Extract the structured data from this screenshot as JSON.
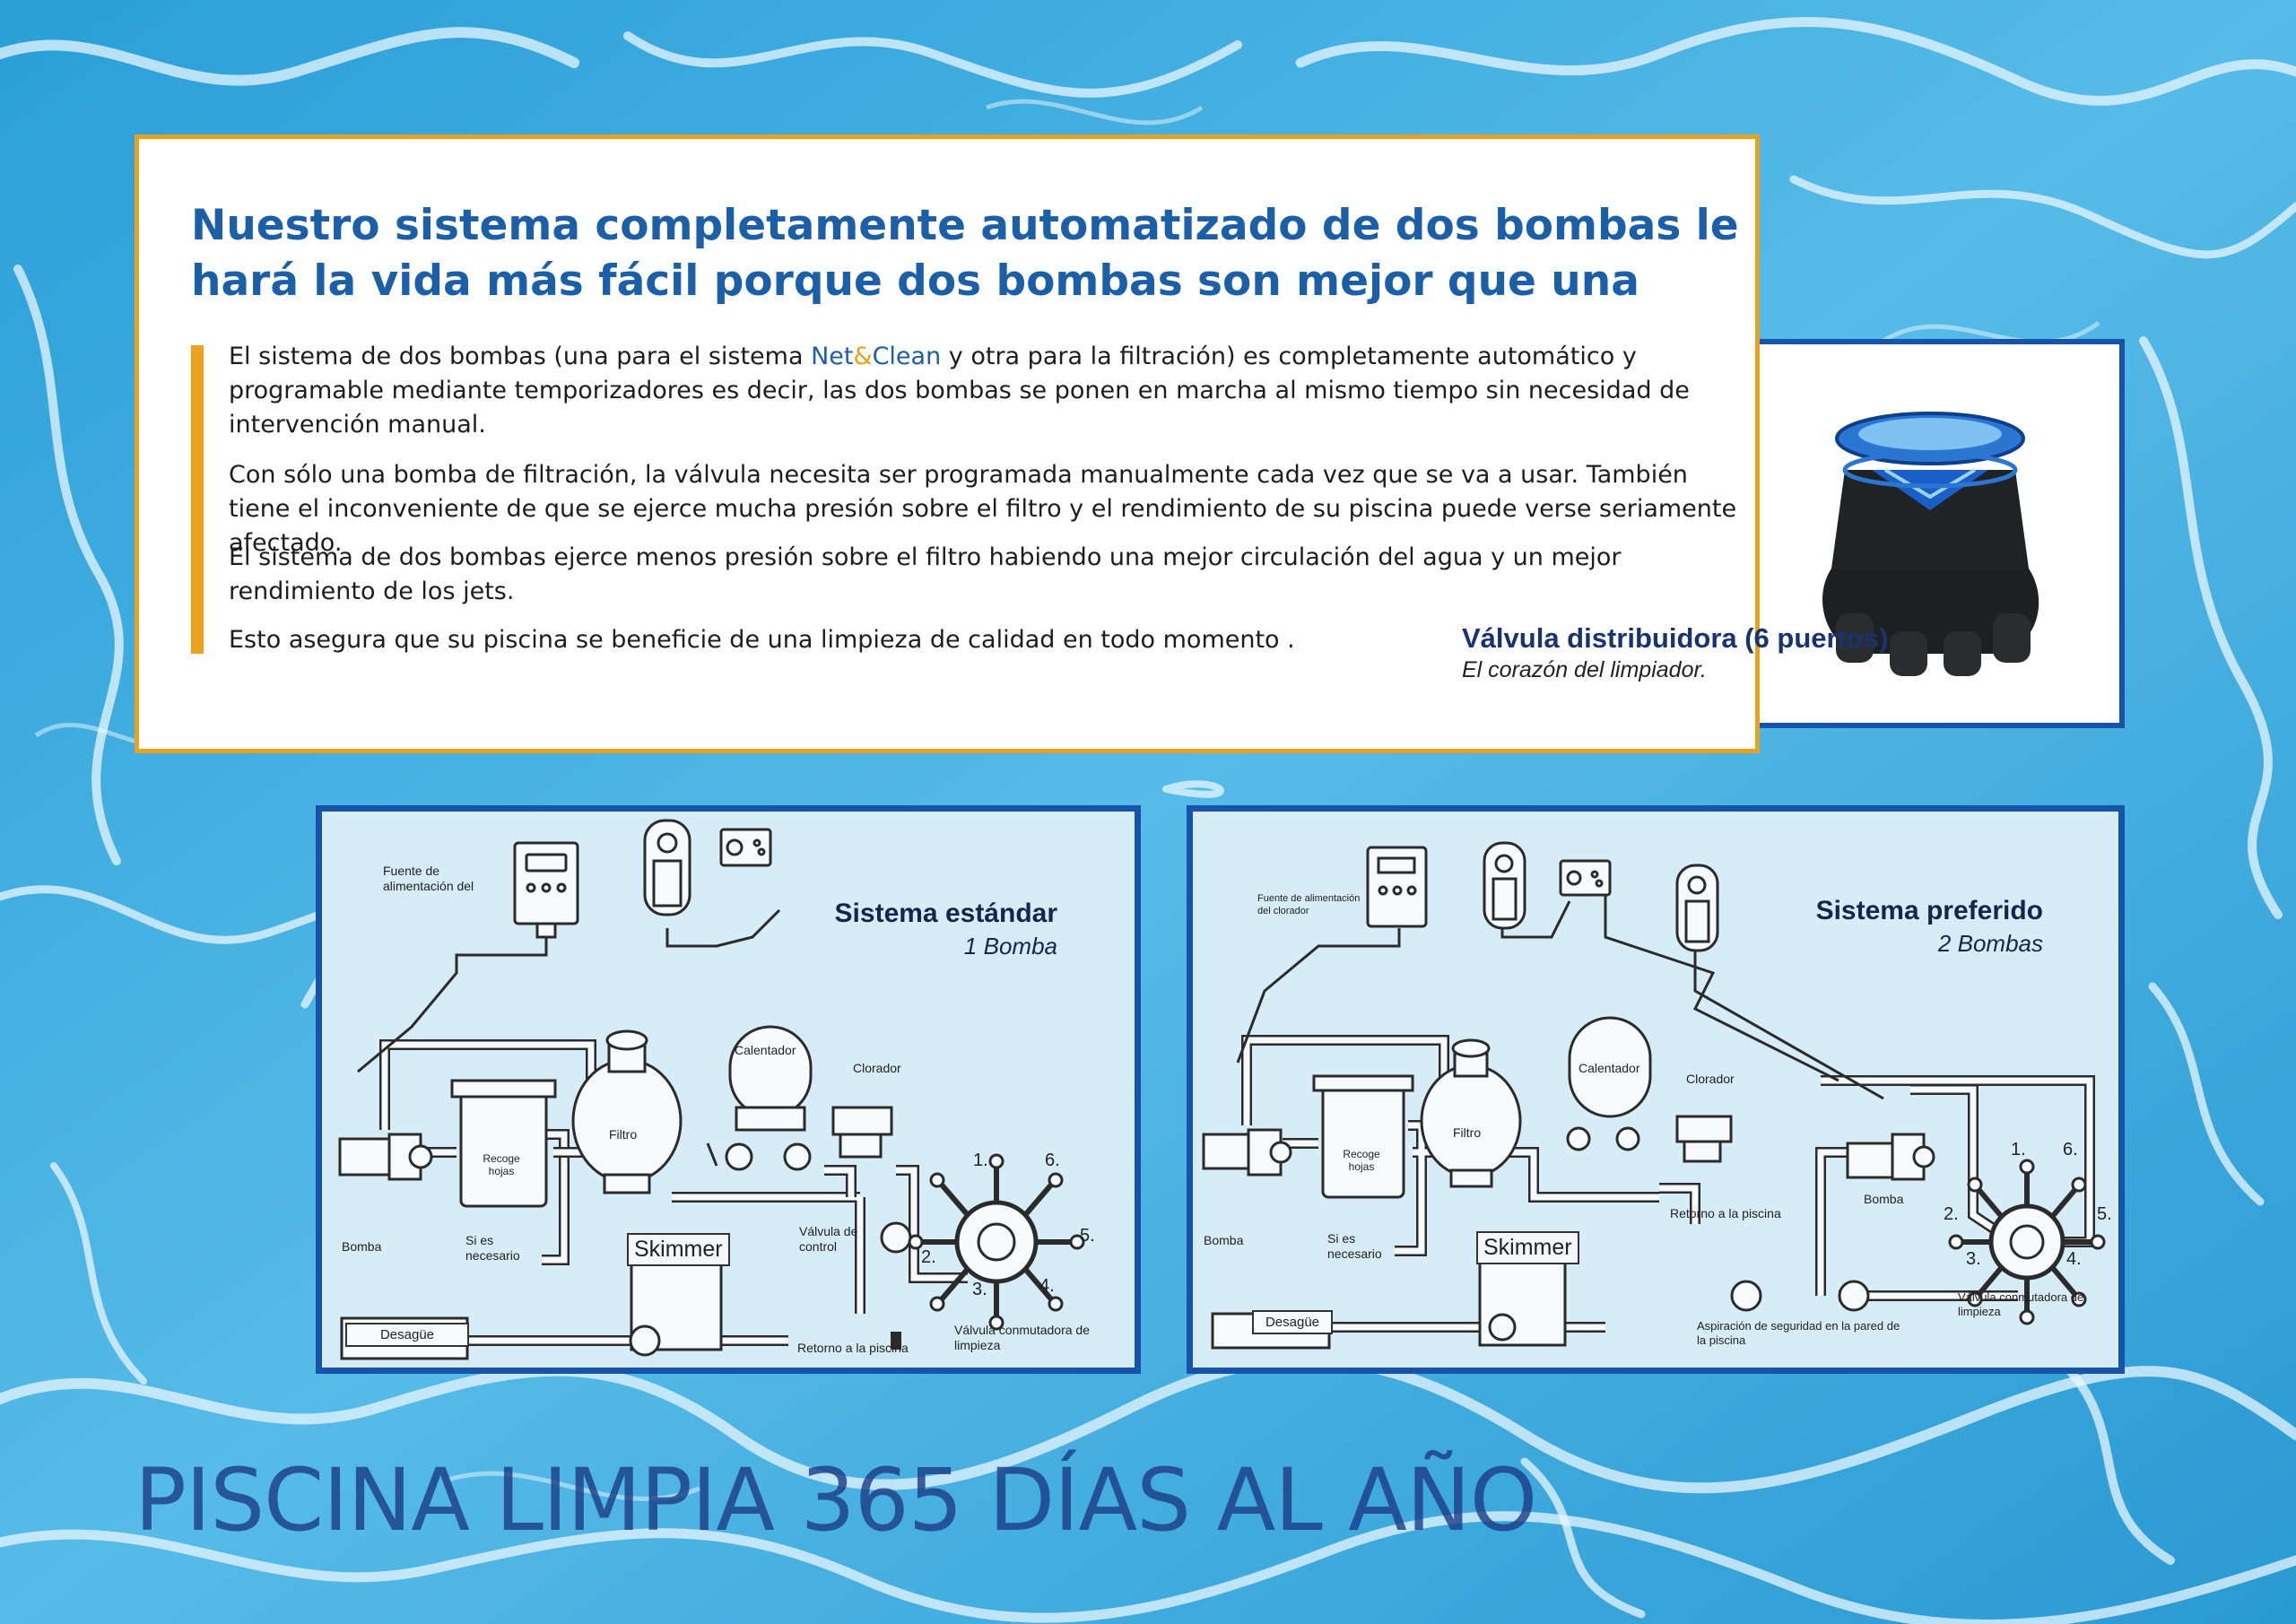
{
  "colors": {
    "accent": "#e9a21f",
    "brand_blue": "#1b5fa8",
    "frame_blue": "#1753a8",
    "footer": "#1c3c86"
  },
  "intro": {
    "title": "Nuestro sistema completamente automatizado de dos bombas le hará la vida más fácil porque dos bombas son mejor que una",
    "p1_before": "El sistema de dos bombas (una para el sistema ",
    "brand_net": "Net",
    "brand_amp": "&",
    "brand_clean": "Clean",
    "p1_after": " y otra para la filtración) es completamente automático y programable mediante temporizadores es decir, las dos bombas se ponen en marcha al mismo tiempo sin necesidad de intervención manual.",
    "p2": "Con sólo una bomba de filtración, la válvula necesita ser programada manualmente cada vez que se va a usar. También tiene el inconveniente de que se ejerce mucha presión sobre el filtro y el rendimiento de su piscina puede verse seriamente afectado.",
    "p3": "El sistema de dos bombas ejerce menos presión sobre el filtro habiendo una mejor circulación del agua y un mejor rendimiento de los jets.",
    "p4": "Esto asegura que su piscina se beneficie de una limpieza de calidad en todo momento ."
  },
  "valve": {
    "title": "Válvula distribuidora (6 puertos)",
    "subtitle": "El corazón del limpiador."
  },
  "standard": {
    "title": "Sistema estándar",
    "subtitle": "1 Bomba",
    "labels": {
      "power": "Fuente de alimentación del",
      "heater": "Calentador",
      "chlorinator": "Clorador",
      "leaves": "Recoge hojas",
      "filter": "Filtro",
      "pump": "Bomba",
      "if_needed": "Si es necesario",
      "skimmer": "Skimmer",
      "control_valve": "Válvula de control",
      "drain": "Desagüe",
      "return": "Retorno a la piscina",
      "switch_valve": "Válvula conmutadora de limpieza"
    },
    "ports": [
      "1.",
      "2.",
      "3.",
      "4.",
      "5.",
      "6."
    ]
  },
  "preferred": {
    "title": "Sistema preferido",
    "subtitle": "2 Bombas",
    "labels": {
      "power": "Fuente de alimentación del clorador",
      "heater": "Calentador",
      "chlorinator": "Clorador",
      "leaves": "Recoge hojas",
      "filter": "Filtro",
      "pump": "Bomba",
      "pump2": "Bomba",
      "if_needed": "Si es necesario",
      "skimmer": "Skimmer",
      "return": "Retorno a la piscina",
      "drain": "Desagüe",
      "suction": "Aspiración de seguridad en la pared de la piscina",
      "switch_valve": "Válvula conmutadora de limpieza"
    },
    "ports": [
      "1.",
      "2.",
      "3.",
      "4.",
      "5.",
      "6."
    ]
  },
  "footer": {
    "text": "PISCINA LIMPIA 365 DÍAS AL AÑO"
  }
}
